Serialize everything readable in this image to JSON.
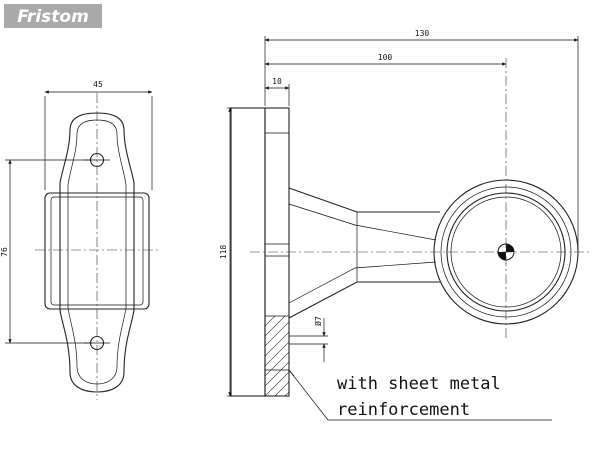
{
  "logo": {
    "text": "Fristom",
    "color": "#a9a9a9"
  },
  "dimensions": {
    "width_front": "45",
    "height_front": "76",
    "height_side": "118",
    "overall_length": "130",
    "center_length": "100",
    "base_thickness": "10",
    "hole_diameter": "Ø7"
  },
  "note": {
    "line1": "with sheet metal",
    "line2": "reinforcement"
  }
}
